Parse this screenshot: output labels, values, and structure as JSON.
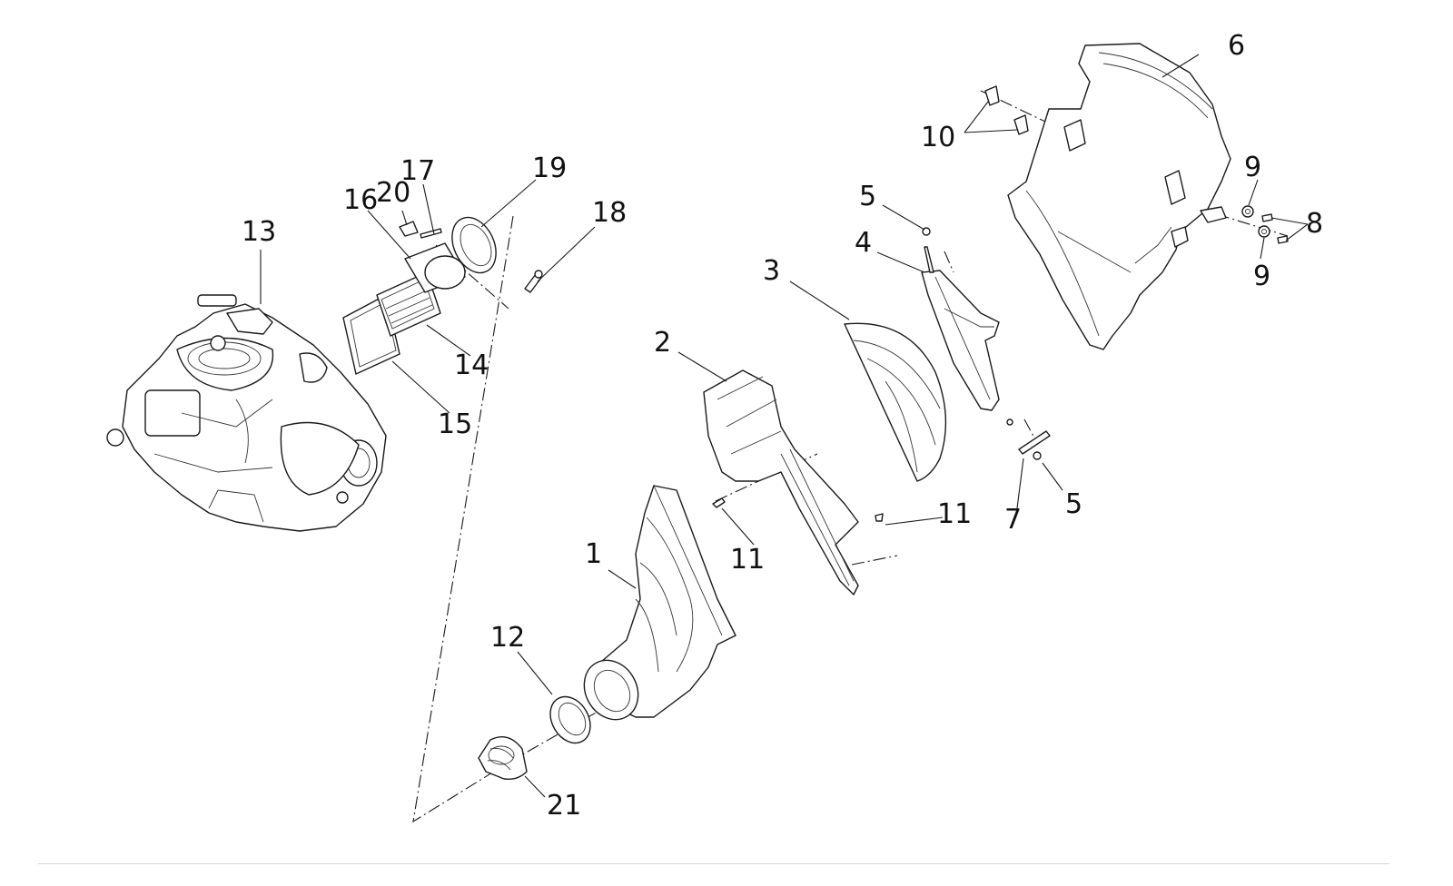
{
  "diagram": {
    "callouts": {
      "c1": "1",
      "c2": "2",
      "c3": "3",
      "c4": "4",
      "c5a": "5",
      "c5b": "5",
      "c6": "6",
      "c7": "7",
      "c8": "8",
      "c9a": "9",
      "c9b": "9",
      "c10": "10",
      "c11a": "11",
      "c11b": "11",
      "c12": "12",
      "c13": "13",
      "c14": "14",
      "c15": "15",
      "c16": "16",
      "c17": "17",
      "c18": "18",
      "c19": "19",
      "c20": "20",
      "c21": "21"
    }
  }
}
